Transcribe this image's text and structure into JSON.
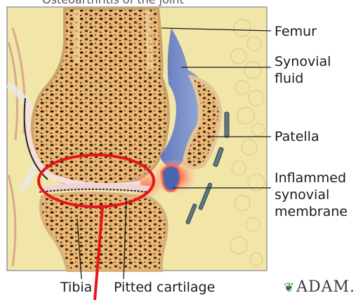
{
  "header": {
    "cropped_caption": "Osteoarthritis of the joint"
  },
  "labels": {
    "femur": "Femur",
    "synovial_fluid": [
      "Synovial",
      "fluid"
    ],
    "patella": "Patella",
    "inflamed_membrane": [
      "Inflammed",
      "synovial",
      "membrane"
    ],
    "tibia": "Tibia",
    "pitted_cartilage": "Pitted cartilage"
  },
  "logo": {
    "text": "ADAM.",
    "icon": "adam-leaf-icon"
  },
  "colors": {
    "bone": "#e8b874",
    "bone_dark": "#3a1a0c",
    "fluid": "#6f87c9",
    "inflammation": "#ff5a3c",
    "highlight_ring": "#e8141c",
    "cartilage": "#f2dcdc"
  }
}
